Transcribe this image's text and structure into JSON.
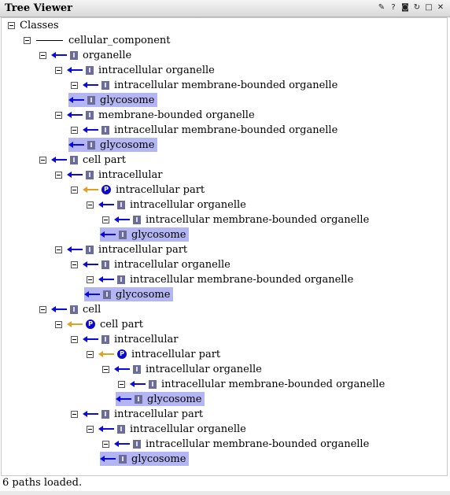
{
  "window": {
    "title": "Tree Viewer",
    "icons": [
      {
        "name": "wrench-icon",
        "glyph": "✎"
      },
      {
        "name": "help-icon",
        "glyph": "?"
      },
      {
        "name": "camera-icon",
        "glyph": "◙"
      },
      {
        "name": "refresh-icon",
        "glyph": "↻"
      },
      {
        "name": "maximize-icon",
        "glyph": "□"
      },
      {
        "name": "close-icon",
        "glyph": "✕"
      }
    ]
  },
  "tree": {
    "rows": [
      {
        "depth": 0,
        "toggle": true,
        "rel": "root",
        "badge": "",
        "label": "Classes",
        "hl": false
      },
      {
        "depth": 1,
        "toggle": true,
        "rel": "line",
        "badge": "",
        "label": "cellular_component",
        "hl": false
      },
      {
        "depth": 2,
        "toggle": true,
        "rel": "isa",
        "badge": "I",
        "label": "organelle",
        "hl": false
      },
      {
        "depth": 3,
        "toggle": true,
        "rel": "isa",
        "badge": "I",
        "label": "intracellular organelle",
        "hl": false
      },
      {
        "depth": 4,
        "toggle": true,
        "rel": "isa",
        "badge": "I",
        "label": "intracellular membrane-bounded organelle",
        "hl": false
      },
      {
        "depth": 5,
        "toggle": false,
        "rel": "isa",
        "badge": "I",
        "label": "glycosome",
        "hl": true
      },
      {
        "depth": 3,
        "toggle": true,
        "rel": "isa",
        "badge": "I",
        "label": "membrane-bounded organelle",
        "hl": false
      },
      {
        "depth": 4,
        "toggle": true,
        "rel": "isa",
        "badge": "I",
        "label": "intracellular membrane-bounded organelle",
        "hl": false
      },
      {
        "depth": 5,
        "toggle": false,
        "rel": "isa",
        "badge": "I",
        "label": "glycosome",
        "hl": true
      },
      {
        "depth": 2,
        "toggle": true,
        "rel": "isa",
        "badge": "I",
        "label": "cell part",
        "hl": false
      },
      {
        "depth": 3,
        "toggle": true,
        "rel": "isa",
        "badge": "I",
        "label": "intracellular",
        "hl": false
      },
      {
        "depth": 4,
        "toggle": true,
        "rel": "part",
        "badge": "P",
        "label": "intracellular part",
        "hl": false
      },
      {
        "depth": 5,
        "toggle": true,
        "rel": "isa",
        "badge": "I",
        "label": "intracellular organelle",
        "hl": false
      },
      {
        "depth": 6,
        "toggle": true,
        "rel": "isa",
        "badge": "I",
        "label": "intracellular membrane-bounded organelle",
        "hl": false
      },
      {
        "depth": 7,
        "toggle": false,
        "rel": "isa",
        "badge": "I",
        "label": "glycosome",
        "hl": true
      },
      {
        "depth": 3,
        "toggle": true,
        "rel": "isa",
        "badge": "I",
        "label": "intracellular part",
        "hl": false
      },
      {
        "depth": 4,
        "toggle": true,
        "rel": "isa",
        "badge": "I",
        "label": "intracellular organelle",
        "hl": false
      },
      {
        "depth": 5,
        "toggle": true,
        "rel": "isa",
        "badge": "I",
        "label": "intracellular membrane-bounded organelle",
        "hl": false
      },
      {
        "depth": 6,
        "toggle": false,
        "rel": "isa",
        "badge": "I",
        "label": "glycosome",
        "hl": true
      },
      {
        "depth": 2,
        "toggle": true,
        "rel": "isa",
        "badge": "I",
        "label": "cell",
        "hl": false
      },
      {
        "depth": 3,
        "toggle": true,
        "rel": "part",
        "badge": "P",
        "label": "cell part",
        "hl": false
      },
      {
        "depth": 4,
        "toggle": true,
        "rel": "isa",
        "badge": "I",
        "label": "intracellular",
        "hl": false
      },
      {
        "depth": 5,
        "toggle": true,
        "rel": "part",
        "badge": "P",
        "label": "intracellular part",
        "hl": false
      },
      {
        "depth": 6,
        "toggle": true,
        "rel": "isa",
        "badge": "I",
        "label": "intracellular organelle",
        "hl": false
      },
      {
        "depth": 7,
        "toggle": true,
        "rel": "isa",
        "badge": "I",
        "label": "intracellular membrane-bounded organelle",
        "hl": false
      },
      {
        "depth": 8,
        "toggle": false,
        "rel": "isa",
        "badge": "I",
        "label": "glycosome",
        "hl": true
      },
      {
        "depth": 4,
        "toggle": true,
        "rel": "isa",
        "badge": "I",
        "label": "intracellular part",
        "hl": false
      },
      {
        "depth": 5,
        "toggle": true,
        "rel": "isa",
        "badge": "I",
        "label": "intracellular organelle",
        "hl": false
      },
      {
        "depth": 6,
        "toggle": true,
        "rel": "isa",
        "badge": "I",
        "label": "intracellular membrane-bounded organelle",
        "hl": false
      },
      {
        "depth": 7,
        "toggle": false,
        "rel": "isa",
        "badge": "I",
        "label": "glycosome",
        "hl": true
      }
    ]
  },
  "status": {
    "text": "6 paths loaded."
  },
  "colors": {
    "is_a_arrow": "#0a0ae0",
    "part_of_arrow": "#e0a020",
    "highlight": "#b3b6f2",
    "class_badge": "#6c6c98",
    "property_badge": "#0a0ad0"
  }
}
